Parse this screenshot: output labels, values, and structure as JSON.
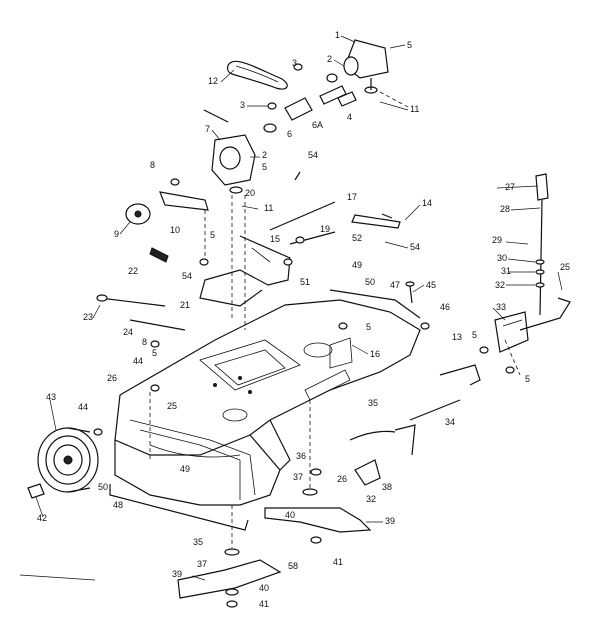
{
  "diagram": {
    "callouts": [
      "1",
      "5",
      "2",
      "3",
      "12",
      "3",
      "6A",
      "4",
      "11",
      "7",
      "6",
      "2",
      "5",
      "8",
      "20",
      "54",
      "11",
      "10",
      "9",
      "17",
      "14",
      "15",
      "19",
      "52",
      "54",
      "5",
      "22",
      "54",
      "49",
      "50",
      "47",
      "45",
      "51",
      "21",
      "23",
      "24",
      "5",
      "16",
      "46",
      "33",
      "13",
      "5",
      "5",
      "44",
      "8",
      "5",
      "26",
      "25",
      "35",
      "44",
      "43",
      "36",
      "37",
      "49",
      "26",
      "32",
      "38",
      "34",
      "50",
      "42",
      "48",
      "40",
      "39",
      "35",
      "37",
      "58",
      "41",
      "39",
      "40",
      "41",
      "27",
      "28",
      "29",
      "30",
      "31",
      "32",
      "25"
    ]
  }
}
